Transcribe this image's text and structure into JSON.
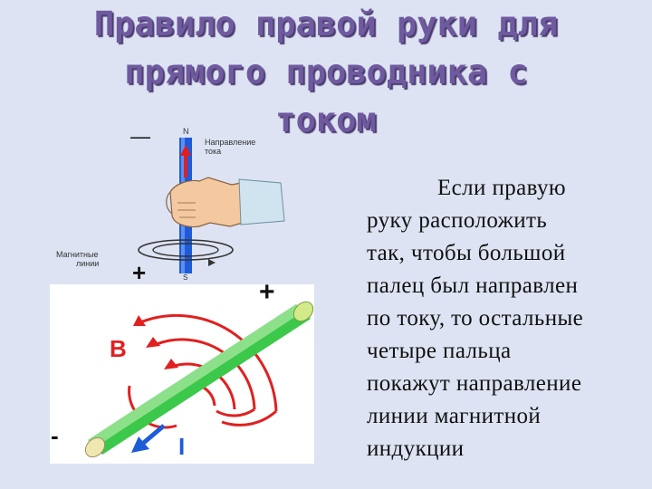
{
  "slide": {
    "title_lines": [
      "Правило правой руки для",
      "прямого проводника с",
      "током"
    ],
    "body_lines": [
      "Если правую",
      "руку расположить",
      "так, чтобы большой",
      "палец был направлен",
      "по току, то остальные",
      "четыре пальца",
      "покажут направление",
      "линии магнитной",
      "индукции"
    ]
  },
  "figure_top": {
    "label_n": "N",
    "label_s": "S",
    "current_label_line1": "Направление",
    "current_label_line2": "тока",
    "field_label_line1": "Магнитные",
    "field_label_line2": "линии",
    "sign_minus": "—",
    "sign_plus": "+"
  },
  "figure_bottom": {
    "label_b": "B",
    "label_i": "I",
    "sign_plus": "+",
    "sign_minus": "-"
  },
  "colors": {
    "title": "#6f5aa0",
    "background": "#dde3f2",
    "conductor_blue": "#1e5bd6",
    "arrow_red": "#e02020",
    "rod_green": "#3cc84a"
  }
}
